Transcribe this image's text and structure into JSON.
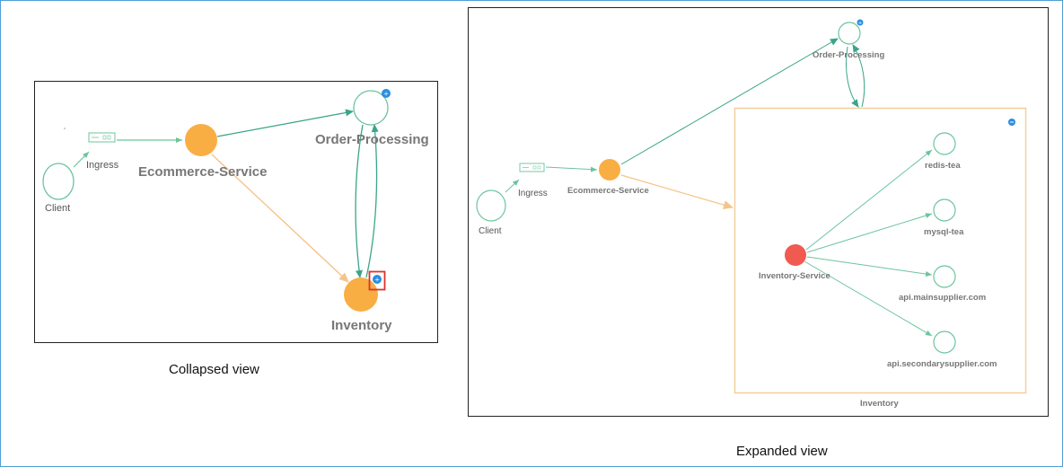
{
  "collapsed": {
    "caption": "Collapsed view",
    "nodes": {
      "client": "Client",
      "ingress": "Ingress",
      "ecommerce": "Ecommerce-Service",
      "order": "Order-Processing",
      "inventory": "Inventory"
    }
  },
  "expanded": {
    "caption": "Expanded view",
    "group_label": "Inventory",
    "nodes": {
      "client": "Client",
      "ingress": "Ingress",
      "ecommerce": "Ecommerce-Service",
      "order": "Order-Processing",
      "inventory_service": "Inventory-Service",
      "redis": "redis-tea",
      "mysql": "mysql-tea",
      "mainsupplier": "api.mainsupplier.com",
      "secondarysupplier": "api.secondarysupplier.com"
    }
  },
  "colors": {
    "edge_green": "#3aa58a",
    "edge_orange": "#f5c48a",
    "service_orange": "#f9ae44",
    "service_red": "#f05a50",
    "node_outline": "#6cc49e",
    "expand_blue": "#2b8de0",
    "highlight_red": "#d9342b",
    "group_border": "#f4cf9c"
  }
}
